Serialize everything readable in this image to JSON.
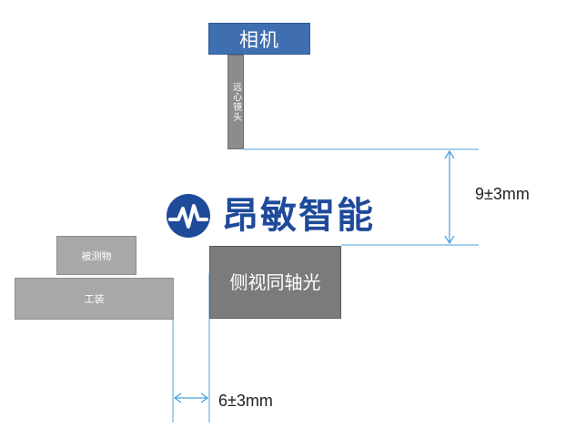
{
  "labels": {
    "camera": "相机",
    "lens": "远心镜头",
    "coaxial_light": "侧视同轴光",
    "object": "被测物",
    "fixture": "工装",
    "vertical_distance": "9±3mm",
    "horizontal_distance": "6±3mm"
  },
  "logo": {
    "text": "昂敏智能",
    "icon": "wave-circle-logo-icon",
    "color": "#1e4a9a"
  },
  "colors": {
    "camera": "#3f6fb0",
    "lens": "#8c8c8c",
    "coaxial_light": "#7b7b7b",
    "object": "#a8a8a8",
    "fixture": "#a8a8a8",
    "dimension_lines": "#4aa0d8"
  }
}
